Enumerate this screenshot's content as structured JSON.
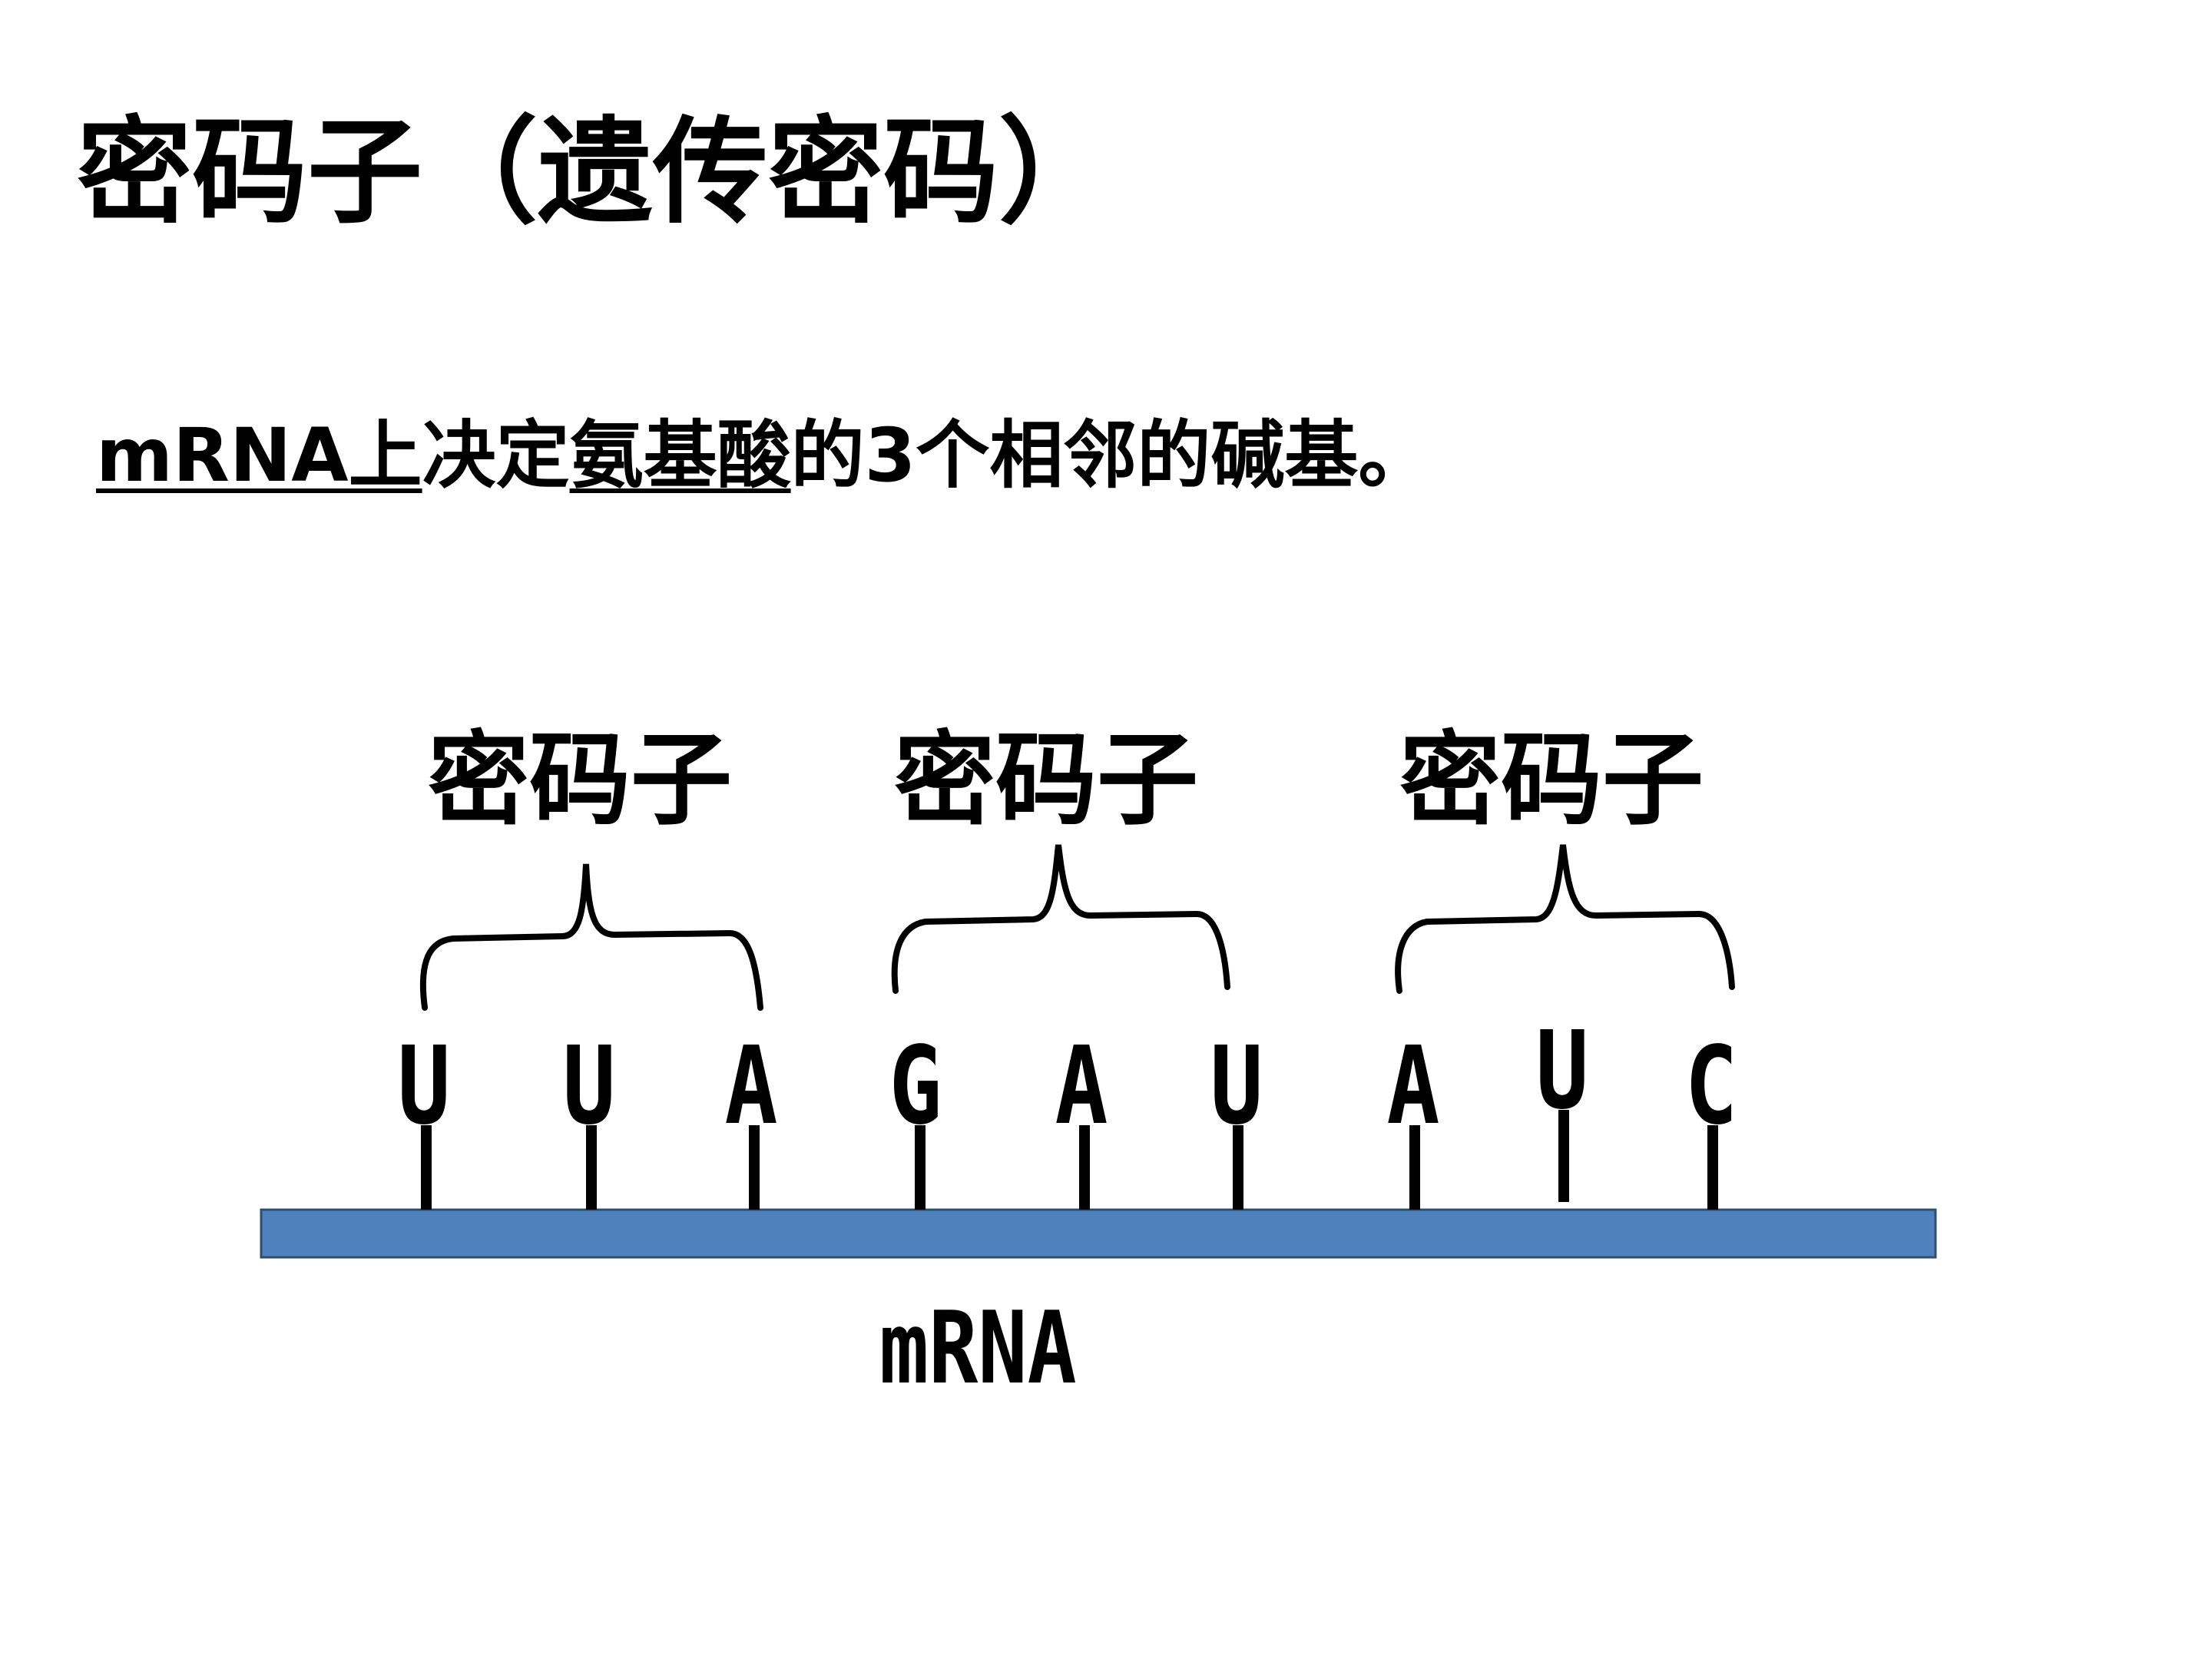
{
  "title": "密码子（遗传密码）",
  "definition": {
    "part1": "mRNA上",
    "part2": "决定",
    "part3": "氨基酸",
    "part4": "的3个相邻的碱基。"
  },
  "codons": [
    {
      "label": "密码子",
      "bases": [
        "U",
        "U",
        "A"
      ]
    },
    {
      "label": "密码子",
      "bases": [
        "G",
        "A",
        "U"
      ]
    },
    {
      "label": "密码子",
      "bases": [
        "A",
        "U",
        "C"
      ]
    }
  ],
  "strand_label": "mRNA",
  "colors": {
    "strand_fill": "#4f81bd",
    "strand_border": "#2f4f6f",
    "text": "#000000",
    "background": "#ffffff"
  }
}
